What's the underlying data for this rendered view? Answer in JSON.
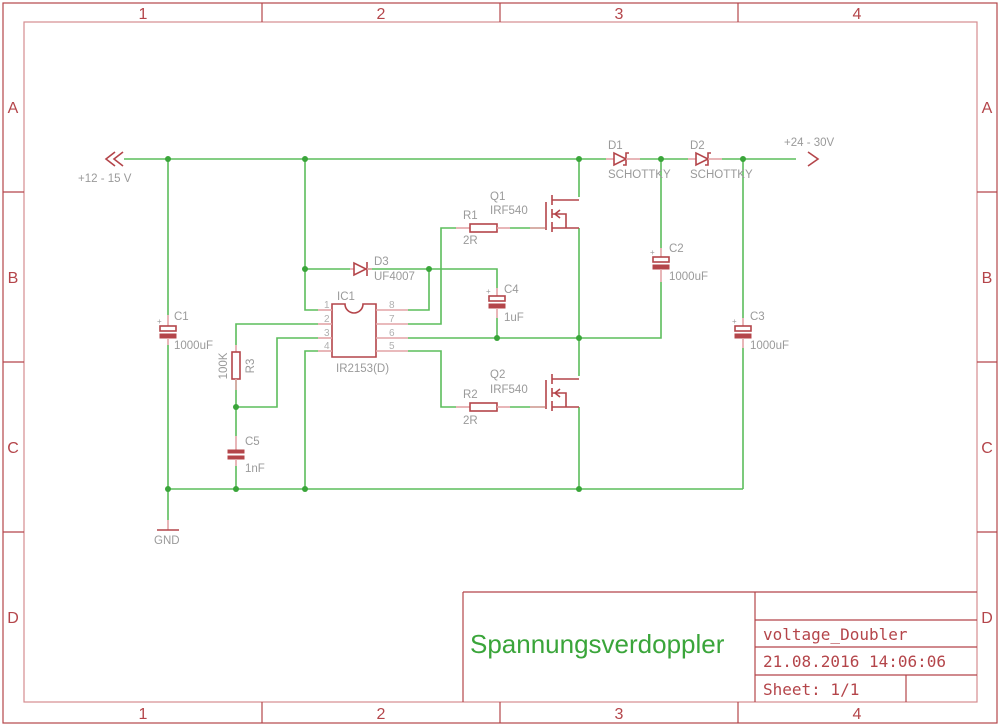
{
  "sheet": {
    "columns": [
      "1",
      "2",
      "3",
      "4"
    ],
    "rows": [
      "A",
      "B",
      "C",
      "D"
    ]
  },
  "title_block": {
    "title": "Spannungsverdoppler",
    "drawing_name": "voltage_Doubler",
    "datetime": "21.08.2016 14:06:06",
    "sheet": "Sheet: 1/1"
  },
  "supplies": {
    "input": "+12 - 15 V",
    "output": "+24 - 30V",
    "ground": "GND"
  },
  "components": {
    "C1": {
      "name": "C1",
      "value": "1000uF"
    },
    "C2": {
      "name": "C2",
      "value": "1000uF"
    },
    "C3": {
      "name": "C3",
      "value": "1000uF"
    },
    "C4": {
      "name": "C4",
      "value": "1uF"
    },
    "C5": {
      "name": "C5",
      "value": "1nF"
    },
    "R1": {
      "name": "R1",
      "value": "2R"
    },
    "R2": {
      "name": "R2",
      "value": "2R"
    },
    "R3": {
      "name": "R3",
      "value": "100K"
    },
    "D1": {
      "name": "D1",
      "value": "SCHOTTKY"
    },
    "D2": {
      "name": "D2",
      "value": "SCHOTTKY"
    },
    "D3": {
      "name": "D3",
      "value": "UF4007"
    },
    "Q1": {
      "name": "Q1",
      "value": "IRF540"
    },
    "Q2": {
      "name": "Q2",
      "value": "IRF540"
    },
    "IC1": {
      "name": "IC1",
      "value": "IR2153(D)",
      "pins": [
        "1",
        "2",
        "3",
        "4",
        "5",
        "6",
        "7",
        "8"
      ]
    }
  },
  "colors": {
    "frame": "#b4454a",
    "wire": "#5cbd5c",
    "label": "#9a9a9a",
    "title": "#3aa53a"
  }
}
